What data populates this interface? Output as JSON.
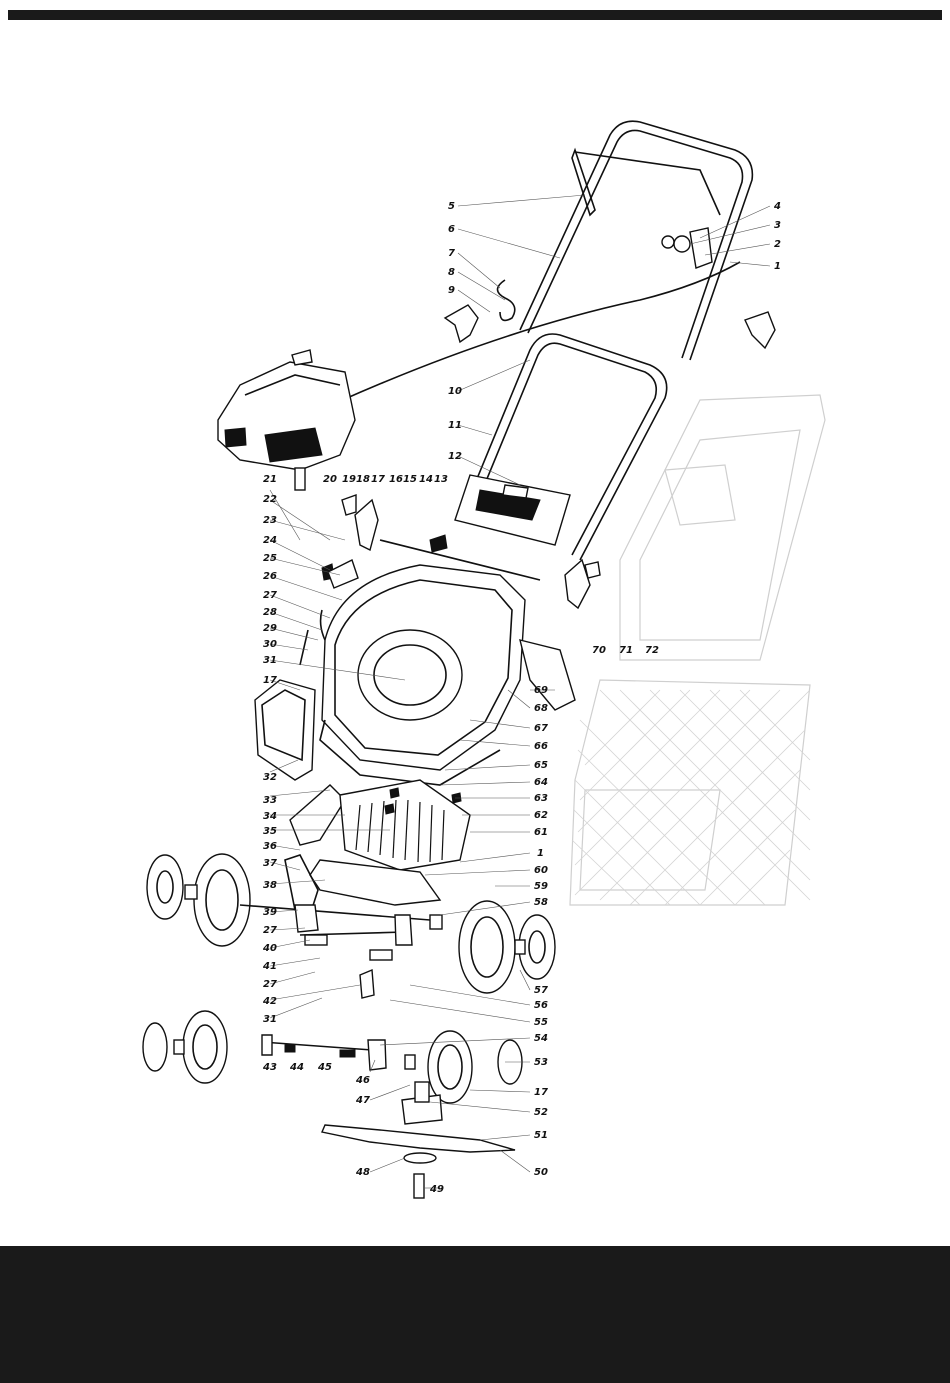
{
  "labels": {
    "right_upper": [
      "5",
      "6",
      "7",
      "8",
      "9",
      "4",
      "3",
      "2",
      "1"
    ],
    "handle": [
      "10",
      "11",
      "12"
    ],
    "row_top": [
      "21",
      "20",
      "19",
      "18",
      "17",
      "16",
      "15",
      "14",
      "13"
    ],
    "left_column": [
      "22",
      "23",
      "24",
      "25",
      "26",
      "27",
      "28",
      "29",
      "30",
      "31",
      "17",
      "32",
      "33",
      "34",
      "35",
      "36",
      "37",
      "38",
      "39",
      "27",
      "40",
      "41",
      "27",
      "42",
      "31"
    ],
    "right_column": [
      "70",
      "71",
      "72",
      "69",
      "68",
      "67",
      "66",
      "65",
      "64",
      "63",
      "62",
      "61",
      "1",
      "60",
      "59",
      "58",
      "57",
      "56",
      "55",
      "54",
      "53",
      "17",
      "52",
      "51",
      "50"
    ],
    "bottom_row": [
      "43",
      "44",
      "45",
      "46",
      "47",
      "48",
      "49"
    ]
  }
}
